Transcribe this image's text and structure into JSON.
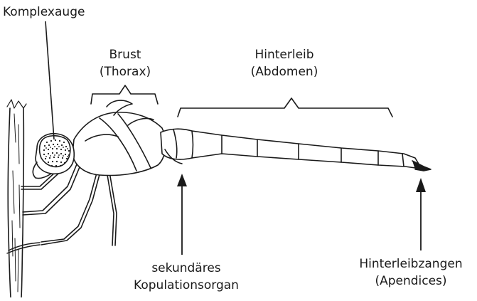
{
  "labels": {
    "compound_eye": "Komplexauge",
    "thorax_line1": "Brust",
    "thorax_line2": "(Thorax)",
    "abdomen_line1": "Hinterleib",
    "abdomen_line2": "(Abdomen)",
    "copulation_line1": "sekundäres",
    "copulation_line2": "Kopulationsorgan",
    "appendages_line1": "Hinterleibzangen",
    "appendages_line2": "(Apendices)"
  }
}
